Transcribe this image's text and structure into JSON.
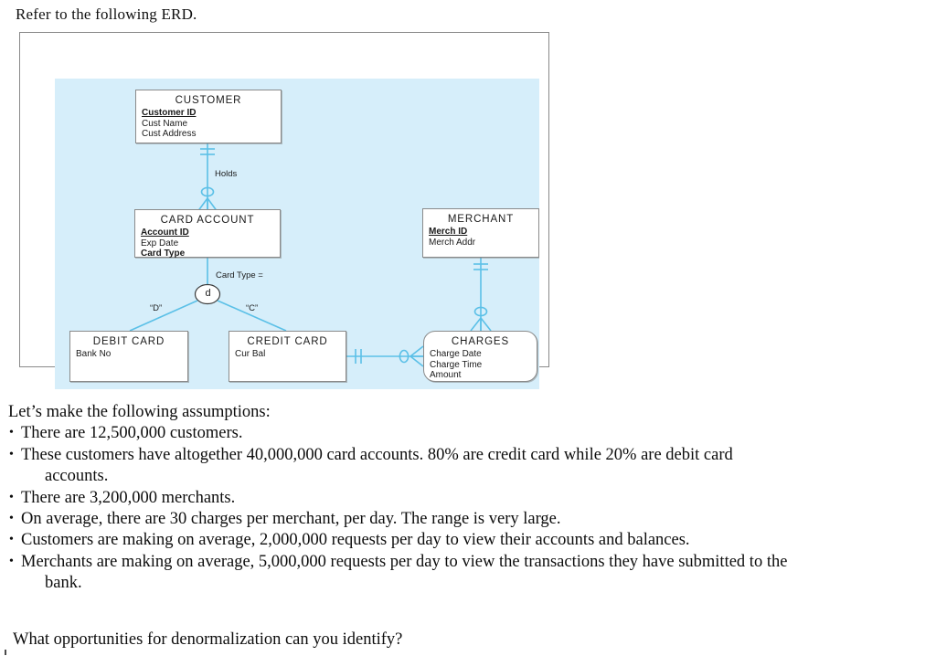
{
  "heading": "Refer to the following ERD.",
  "colors": {
    "panel_background": "#d6eefa",
    "connector": "#5bc0e7",
    "entity_border": "#8a8a8a",
    "frame_border": "#8a8a8a",
    "text": "#101010"
  },
  "erd": {
    "entities": [
      {
        "id": "customer",
        "name": "CUSTOMER",
        "weak": false,
        "attributes": [
          {
            "label": "Customer ID",
            "style": "pk"
          },
          {
            "label": "Cust Name",
            "style": "normal"
          },
          {
            "label": "Cust Address",
            "style": "normal"
          }
        ]
      },
      {
        "id": "card-account",
        "name": "CARD ACCOUNT",
        "weak": false,
        "attributes": [
          {
            "label": "Account ID",
            "style": "pk"
          },
          {
            "label": "Exp Date",
            "style": "normal"
          },
          {
            "label": "Card Type",
            "style": "bold"
          }
        ]
      },
      {
        "id": "merchant",
        "name": "MERCHANT",
        "weak": false,
        "attributes": [
          {
            "label": "Merch ID",
            "style": "pk"
          },
          {
            "label": "Merch Addr",
            "style": "normal"
          }
        ]
      },
      {
        "id": "debit-card",
        "name": "DEBIT CARD",
        "weak": false,
        "attributes": [
          {
            "label": "Bank No",
            "style": "normal"
          }
        ]
      },
      {
        "id": "credit-card",
        "name": "CREDIT CARD",
        "weak": false,
        "attributes": [
          {
            "label": "Cur Bal",
            "style": "normal"
          }
        ]
      },
      {
        "id": "charges",
        "name": "CHARGES",
        "weak": true,
        "attributes": [
          {
            "label": "Charge Date",
            "style": "normal"
          },
          {
            "label": "Charge Time",
            "style": "normal"
          },
          {
            "label": "Amount",
            "style": "normal"
          }
        ]
      }
    ],
    "labels": {
      "holds": "Holds",
      "card_type_discriminator": "Card Type =",
      "subtype_d": "d",
      "subtype_debit_value": "“D”",
      "subtype_credit_value": "“C”"
    },
    "relationships": [
      {
        "from": "CUSTOMER",
        "to": "CARD ACCOUNT",
        "label": "Holds",
        "from_cardinality": "one-mandatory",
        "to_cardinality": "zero-or-many"
      },
      {
        "from": "MERCHANT",
        "to": "CHARGES",
        "label": "",
        "from_cardinality": "one-mandatory",
        "to_cardinality": "zero-or-many"
      },
      {
        "from": "CREDIT CARD",
        "to": "CHARGES",
        "label": "",
        "from_cardinality": "one-mandatory",
        "to_cardinality": "zero-or-many"
      },
      {
        "from": "CARD ACCOUNT",
        "to": "DEBIT CARD / CREDIT CARD",
        "label": "Card Type =",
        "type": "disjoint-subtype"
      }
    ]
  },
  "prose": {
    "lead": "Let’s make the following assumptions:",
    "bullet_glyph": "•",
    "bullets": [
      {
        "text": "There are 12,500,000 customers.",
        "continuation": ""
      },
      {
        "text": "These customers have altogether 40,000,000 card accounts. 80% are credit card while 20% are debit card",
        "continuation": "accounts."
      },
      {
        "text": "There are 3,200,000 merchants.",
        "continuation": ""
      },
      {
        "text": "On average, there are 30 charges per merchant, per day. The range is very large.",
        "continuation": ""
      },
      {
        "text": "Customers are making on average, 2,000,000 requests per day to view their accounts and balances.",
        "continuation": ""
      },
      {
        "text": "Merchants are making on average, 5,000,000 requests per day to view the transactions they have submitted to the",
        "continuation": "bank."
      }
    ],
    "question": "What opportunities for denormalization can you identify?"
  }
}
